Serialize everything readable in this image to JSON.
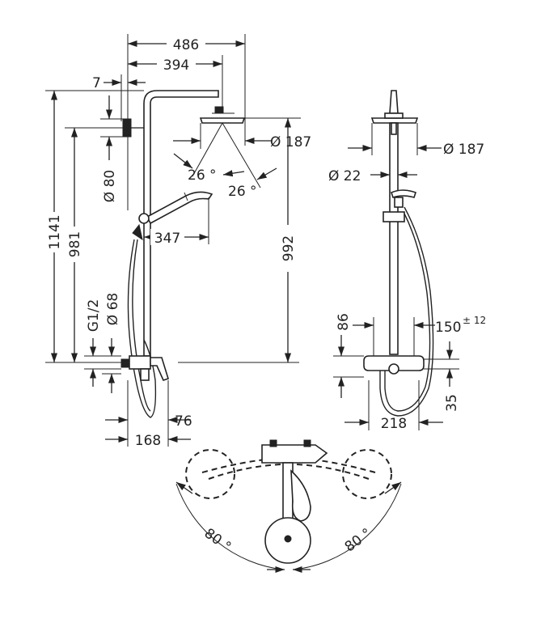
{
  "drawing": {
    "side_view": {
      "width_overall": "486",
      "head_reach": "394",
      "wall_offset": "7",
      "total_height": "1141",
      "bracket_height": "981",
      "head_diameter": "Ø 187",
      "head_tilt_left": "26 °",
      "head_tilt_right": "26 °",
      "bracket_diameter": "Ø 80",
      "hand_shower_reach": "347",
      "head_height": "992",
      "connection_thread": "G1/2",
      "connection_diameter": "Ø 68",
      "mixer_depth": "76",
      "mixer_projection": "168"
    },
    "front_view": {
      "head_diameter": "Ø 187",
      "pipe_diameter": "Ø 22",
      "mixer_height": "86",
      "centre_distance": "150",
      "centre_tolerance": "± 12",
      "lower_height": "35",
      "mixer_width": "218"
    },
    "top_view": {
      "swivel_left": "80 °",
      "swivel_right": "80 °"
    }
  },
  "colors": {
    "line": "#222222",
    "background": "#ffffff"
  }
}
